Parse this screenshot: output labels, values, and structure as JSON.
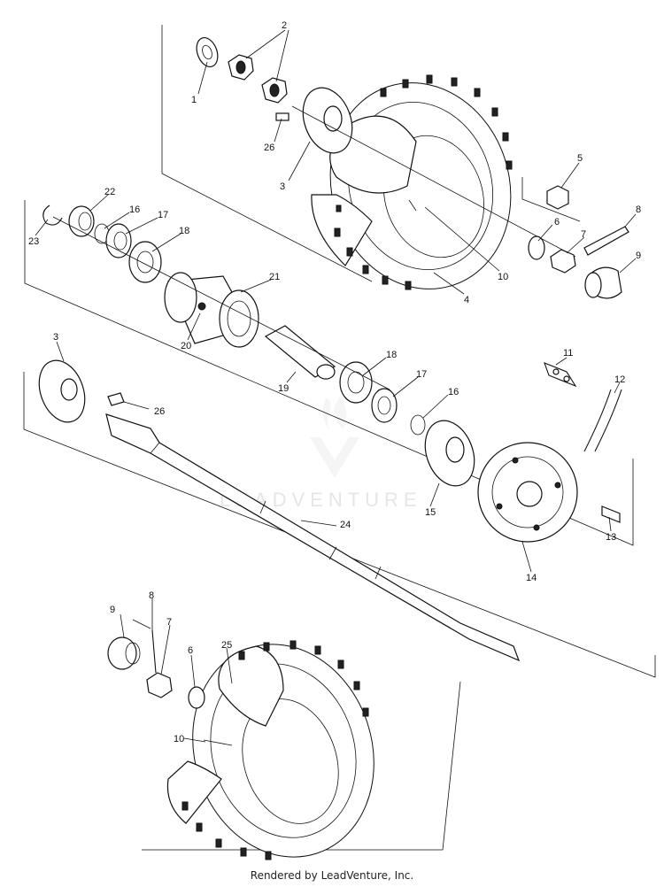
{
  "watermark": "LEADVENTURE",
  "footer": "Rendered by LeadVenture, Inc.",
  "callouts": [
    "1",
    "2",
    "26",
    "3",
    "4",
    "5",
    "6",
    "7",
    "8",
    "9",
    "10",
    "22",
    "16",
    "17",
    "18",
    "23",
    "21",
    "20",
    "19",
    "3",
    "26",
    "18",
    "17",
    "16",
    "15",
    "11",
    "12",
    "13",
    "14",
    "24",
    "8",
    "9",
    "7",
    "6",
    "25",
    "10"
  ]
}
